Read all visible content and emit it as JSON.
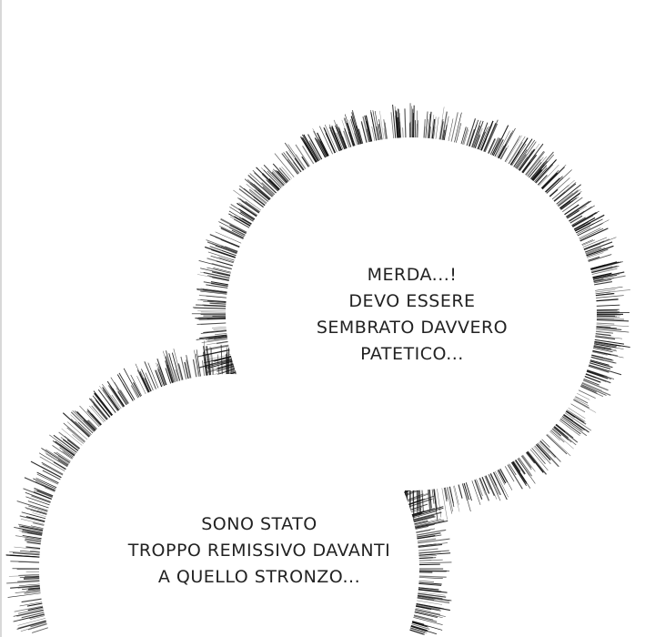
{
  "bubbles": [
    {
      "lines": [
        "MERDA...!",
        "DEVO ESSERE",
        "SEMBRATO DAVVERO",
        "PATETICO..."
      ]
    },
    {
      "lines": [
        "SONO STATO",
        "TROPPO REMISSIVO DAVANTI",
        "A QUELLO STRONZO..."
      ]
    }
  ]
}
